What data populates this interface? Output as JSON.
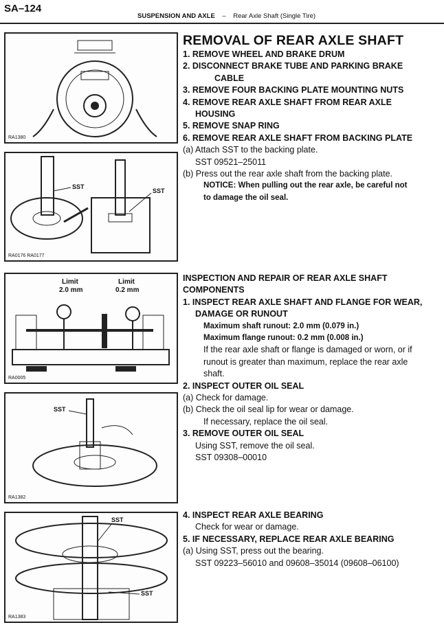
{
  "header": {
    "page_number": "SA–124",
    "section": "SUSPENSION AND AXLE",
    "separator": "–",
    "subsection": "Rear Axle Shaft (Single Tire)"
  },
  "figures": [
    {
      "caption": "RA1380",
      "labels": []
    },
    {
      "caption": "RA0176  RA0177",
      "labels": [
        "SST",
        "SST"
      ]
    },
    {
      "caption": "RA0005",
      "labels": [
        "Limit",
        "2.0 mm",
        "Limit",
        "0.2 mm"
      ]
    },
    {
      "caption": "RA1382",
      "labels": [
        "SST"
      ]
    },
    {
      "caption": "RA1383",
      "labels": [
        "SST",
        "SST"
      ]
    }
  ],
  "removal": {
    "title": "REMOVAL OF REAR AXLE SHAFT",
    "steps": [
      "1. REMOVE WHEEL AND BRAKE DRUM",
      "2. DISCONNECT BRAKE TUBE AND PARKING BRAKE",
      "CABLE",
      "3. REMOVE FOUR BACKING PLATE MOUNTING NUTS",
      "4. REMOVE REAR AXLE SHAFT FROM REAR AXLE",
      "HOUSING",
      "5. REMOVE SNAP RING",
      "6. REMOVE REAR AXLE SHAFT FROM BACKING PLATE"
    ],
    "a": "(a) Attach SST to the backing plate.",
    "a_sst": "SST  09521–25011",
    "b": "(b) Press out the rear axle shaft from the backing plate.",
    "notice1": "NOTICE: When pulling out the rear axle, be careful not",
    "notice2": "to damage the oil seal."
  },
  "inspection": {
    "title1": "INSPECTION AND REPAIR OF REAR AXLE SHAFT",
    "title2": "COMPONENTS",
    "s1": "1. INSPECT REAR AXLE SHAFT AND FLANGE FOR WEAR,",
    "s1b": "DAMAGE OR RUNOUT",
    "spec1": "Maximum shaft runout: 2.0 mm (0.079 in.)",
    "spec2": "Maximum flange runout: 0.2 mm (0.008 in.)",
    "p1": "If the rear axle shaft or flange is damaged or worn, or if",
    "p2": "runout is greater than maximum, replace the rear axle",
    "p3": "shaft.",
    "s2": "2. INSPECT OUTER OIL SEAL",
    "s2a": "(a) Check for damage.",
    "s2b": "(b) Check the oil seal lip for wear or damage.",
    "s2c": "If necessary, replace the oil seal.",
    "s3": "3. REMOVE OUTER OIL SEAL",
    "s3a": "Using SST, remove the oil seal.",
    "s3b": "SST  09308–00010"
  },
  "bearing": {
    "s4": "4. INSPECT REAR AXLE BEARING",
    "s4a": "Check for wear or damage.",
    "s5": "5. IF NECESSARY, REPLACE REAR AXLE BEARING",
    "s5a": "(a) Using SST, press out the bearing.",
    "s5b": "SST  09223–56010 and 09608–35014 (09608–06100)"
  }
}
